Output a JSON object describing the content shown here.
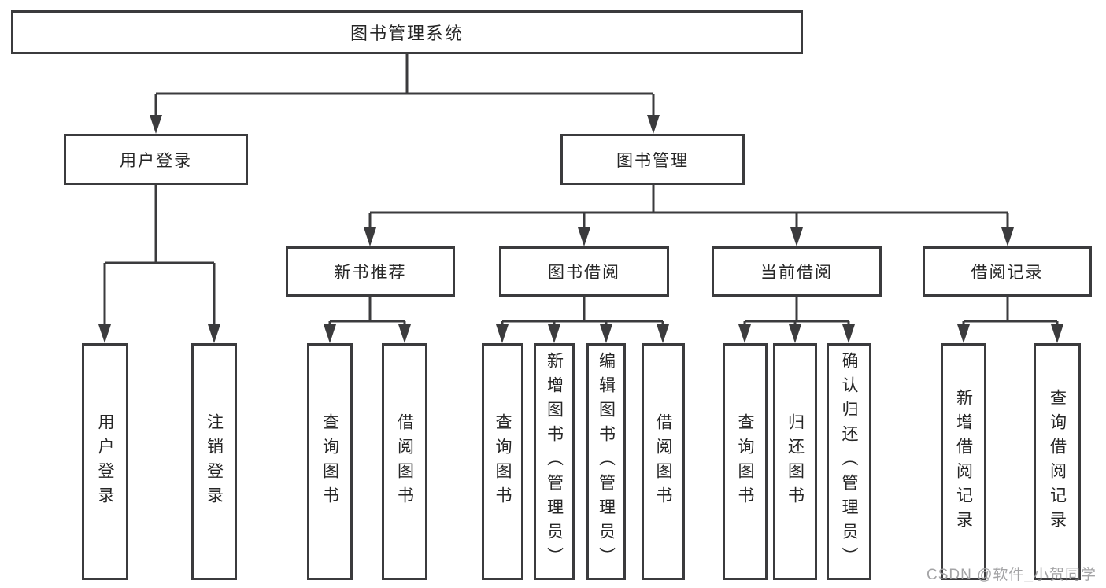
{
  "diagram": {
    "root": "图书管理系统",
    "level2": [
      "用户登录",
      "图书管理"
    ],
    "level3": [
      "新书推荐",
      "图书借阅",
      "当前借阅",
      "借阅记录"
    ],
    "leaves": [
      "用户登录",
      "注销登录",
      "查询图书",
      "借阅图书",
      "查询图书",
      "新增图书（管理员）",
      "编辑图书（管理员）",
      "借阅图书",
      "查询图书",
      "归还图书",
      "确认归还（管理员）",
      "新增借阅记录",
      "查询借阅记录"
    ],
    "tree": {
      "图书管理系统": {
        "用户登录": [
          "用户登录",
          "注销登录"
        ],
        "图书管理": {
          "新书推荐": [
            "查询图书",
            "借阅图书"
          ],
          "图书借阅": [
            "查询图书",
            "新增图书（管理员）",
            "编辑图书（管理员）",
            "借阅图书"
          ],
          "当前借阅": [
            "查询图书",
            "归还图书",
            "确认归还（管理员）"
          ],
          "借阅记录": [
            "新增借阅记录",
            "查询借阅记录"
          ]
        }
      }
    }
  },
  "colors": {
    "line": "#3b3b3d",
    "border": "#3b3b3d",
    "text": "#262626",
    "watermark": "#9e9ea0",
    "background": "#ffffff"
  },
  "watermark": {
    "text": "CSDN @软件_小贺同学"
  }
}
